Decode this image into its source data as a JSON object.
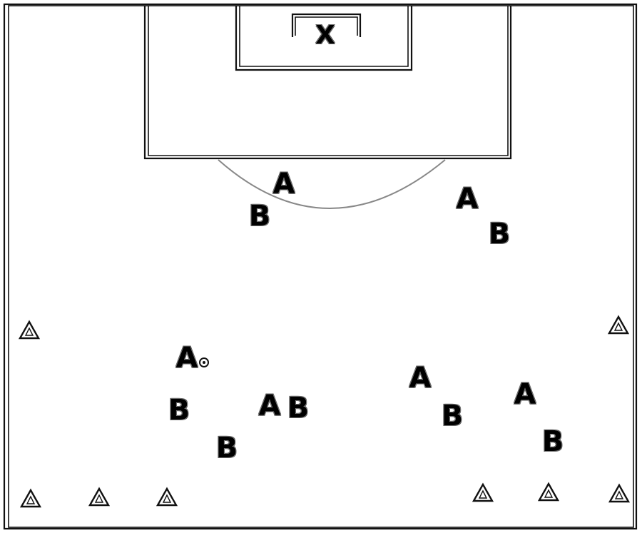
{
  "goal": {
    "label": "X"
  },
  "players": [
    {
      "label": "A"
    },
    {
      "label": "B"
    },
    {
      "label": "A"
    },
    {
      "label": "B"
    },
    {
      "label": "A"
    },
    {
      "label": "B"
    },
    {
      "label": "A"
    },
    {
      "label": "B"
    },
    {
      "label": "B"
    },
    {
      "label": "A"
    },
    {
      "label": "B"
    },
    {
      "label": "A"
    },
    {
      "label": "B"
    }
  ],
  "cone_count": 8,
  "ball_count": 1
}
